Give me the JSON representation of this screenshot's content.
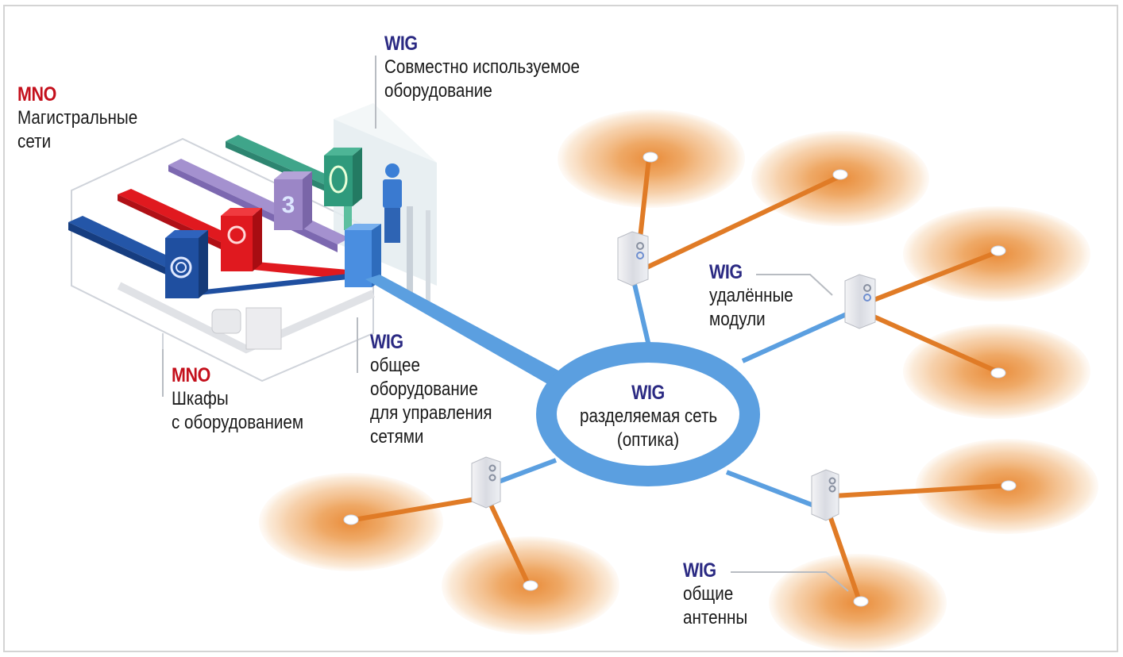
{
  "colors": {
    "mno": "#c4101c",
    "wig": "#2b2a83",
    "fiber": "#5b9fe0",
    "antenna_link": "#e07b26",
    "coverage": "#eea25c",
    "backbone_blue": "#1f4fa0",
    "backbone_red": "#e0191f",
    "backbone_purple": "#9b86c6",
    "backbone_green": "#3fa58a"
  },
  "labels": {
    "mno_backbone": {
      "tag": "MNO",
      "lines": [
        "Магистральные",
        "сети"
      ]
    },
    "mno_cabinets": {
      "tag": "MNO",
      "lines": [
        "Шкафы",
        "с оборудованием"
      ]
    },
    "wig_shared_equipment": {
      "tag": "WIG",
      "lines": [
        "Совместно используемое",
        "оборудование"
      ]
    },
    "wig_management": {
      "tag": "WIG",
      "lines": [
        "общее",
        "оборудование",
        "для управления",
        "сетями"
      ]
    },
    "wig_shared_network": {
      "tag": "WIG",
      "lines": [
        "разделяемая сеть",
        "(оптика)"
      ]
    },
    "wig_remote_modules": {
      "tag": "WIG",
      "lines": [
        "удалённые",
        "модули"
      ]
    },
    "wig_shared_antennas": {
      "tag": "WIG",
      "lines": [
        "общие",
        "антенны"
      ]
    }
  },
  "operators": [
    {
      "name": "O2",
      "color": "#1f4fa0",
      "logo_icon": "o2-logo-icon"
    },
    {
      "name": "Vodafone",
      "color": "#e0191f",
      "logo_icon": "vodafone-logo-icon"
    },
    {
      "name": "3",
      "color": "#9b86c6",
      "logo_icon": "three-logo-icon"
    },
    {
      "name": "Orange",
      "color": "#3fa58a",
      "logo_icon": "operator-logo-icon"
    }
  ],
  "remote_modules": [
    {
      "id": "module-north",
      "antennas": 2
    },
    {
      "id": "module-east",
      "antennas": 2
    },
    {
      "id": "module-southeast",
      "antennas": 2
    },
    {
      "id": "module-southwest",
      "antennas": 2
    }
  ]
}
